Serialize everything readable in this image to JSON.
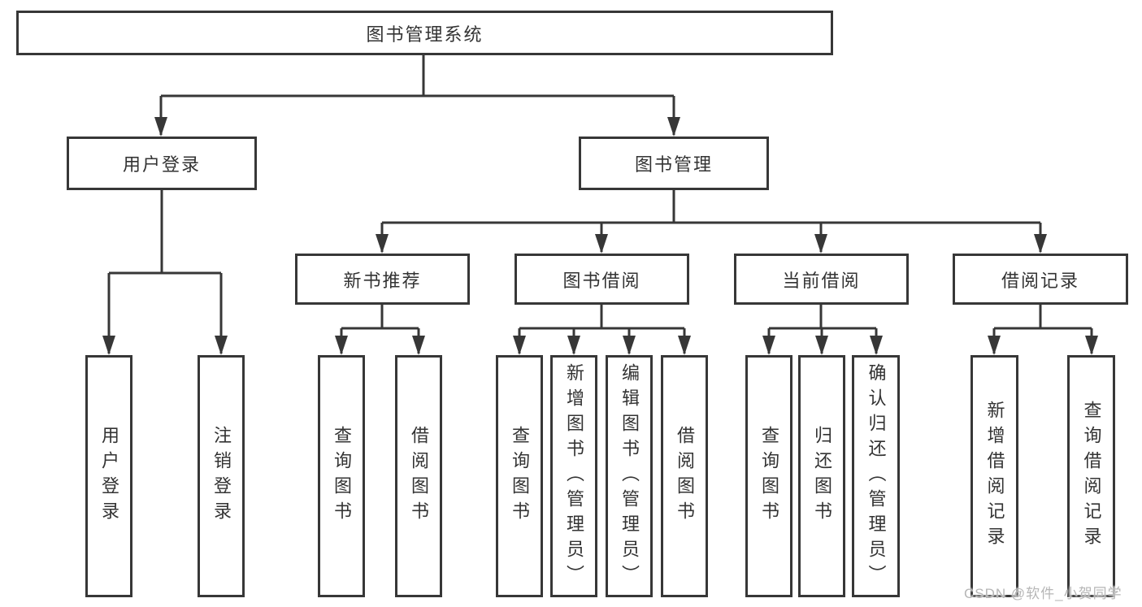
{
  "nodes": {
    "root": "图书管理系统",
    "level2": [
      "用户登录",
      "图书管理"
    ],
    "level3": [
      "新书推荐",
      "图书借阅",
      "当前借阅",
      "借阅记录"
    ],
    "leaves_user_login": [
      "用户登录",
      "注销登录"
    ],
    "leaves_new_book": [
      "查询图书",
      "借阅图书"
    ],
    "leaves_book_borrow": [
      "查询图书",
      "新增图书（管理员）",
      "编辑图书（管理员）",
      "借阅图书"
    ],
    "leaves_current_borrow": [
      "查询图书",
      "归还图书",
      "确认归还（管理员）"
    ],
    "leaves_borrow_records": [
      "新增借阅记录",
      "查询借阅记录"
    ]
  },
  "watermark": "CSDN @软件_小贺同学",
  "colors": {
    "line": "#373737",
    "text": "#333333",
    "background": "#ffffff",
    "watermark": "#b6b6b6"
  }
}
